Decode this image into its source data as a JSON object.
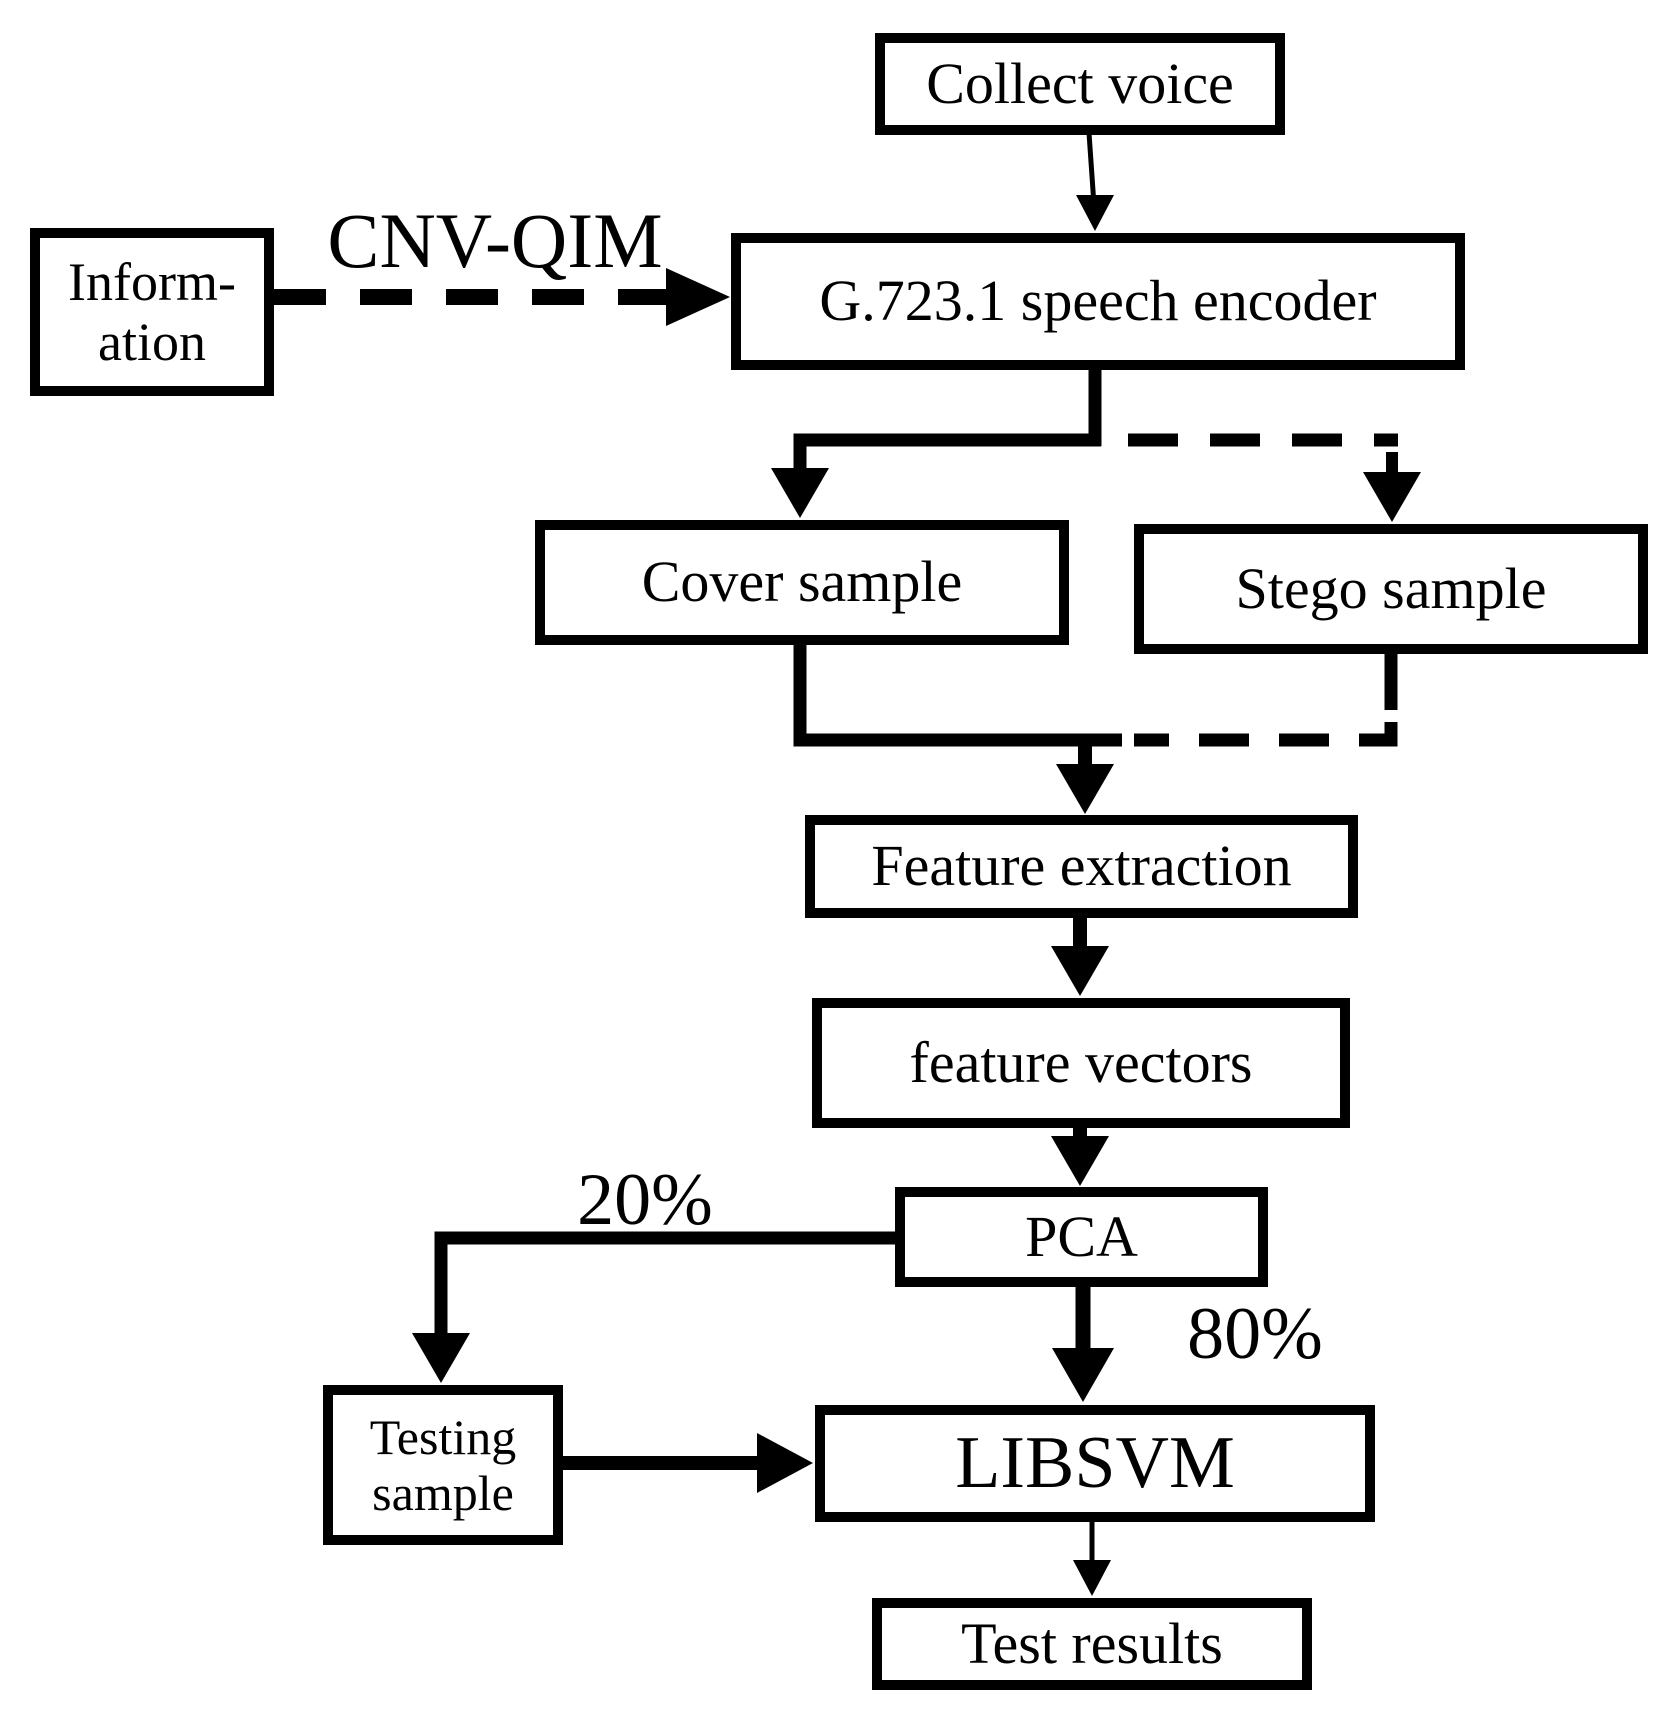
{
  "nodes": {
    "collect_voice": {
      "label": "Collect voice"
    },
    "information": {
      "label_line1": "Inform-",
      "label_line2": "ation"
    },
    "encoder": {
      "label": "G.723.1 speech encoder"
    },
    "cover_sample": {
      "label": "Cover sample"
    },
    "stego_sample": {
      "label": "Stego sample"
    },
    "feature_extraction": {
      "label": "Feature extraction"
    },
    "feature_vectors": {
      "label": "feature vectors"
    },
    "pca": {
      "label": "PCA"
    },
    "testing_sample": {
      "label_line1": "Testing",
      "label_line2": "sample"
    },
    "libsvm": {
      "label": "LIBSVM"
    },
    "test_results": {
      "label": "Test results"
    }
  },
  "edge_labels": {
    "cnv_qim": "CNV-QIM",
    "pct20": "20%",
    "pct80": "80%"
  },
  "edges": [
    {
      "from": "Collect voice",
      "to": "G.723.1 speech encoder",
      "style": "thin-solid"
    },
    {
      "from": "Information",
      "to": "G.723.1 speech encoder",
      "style": "dashed",
      "label": "CNV-QIM"
    },
    {
      "from": "G.723.1 speech encoder",
      "to": "Cover sample",
      "style": "solid"
    },
    {
      "from": "G.723.1 speech encoder",
      "to": "Stego sample",
      "style": "dashed"
    },
    {
      "from": "Cover sample",
      "to": "Feature extraction",
      "style": "solid"
    },
    {
      "from": "Stego sample",
      "to": "Feature extraction",
      "style": "dashed"
    },
    {
      "from": "Feature extraction",
      "to": "feature vectors",
      "style": "solid"
    },
    {
      "from": "feature vectors",
      "to": "PCA",
      "style": "solid"
    },
    {
      "from": "PCA",
      "to": "Testing sample",
      "style": "solid",
      "label": "20%"
    },
    {
      "from": "PCA",
      "to": "LIBSVM",
      "style": "solid",
      "label": "80%"
    },
    {
      "from": "Testing sample",
      "to": "LIBSVM",
      "style": "solid"
    },
    {
      "from": "LIBSVM",
      "to": "Test results",
      "style": "thin-solid"
    }
  ],
  "colors": {
    "stroke": "#000000",
    "background": "#ffffff"
  }
}
